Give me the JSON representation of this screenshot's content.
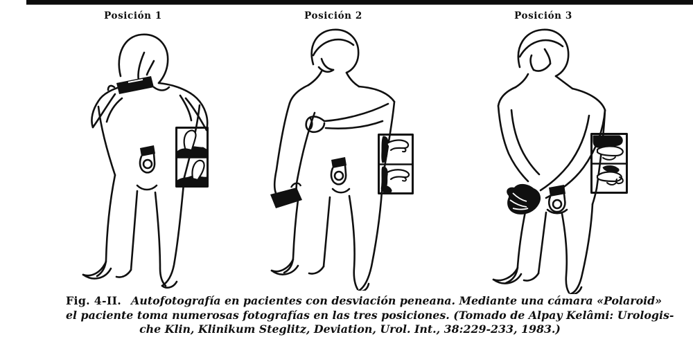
{
  "page": {
    "background": "#ffffff",
    "ink_color": "#101010"
  },
  "figures": [
    {
      "label": "Posición 1",
      "drawing": "man-standing-frontal-camera-at-face-photographing-downward",
      "inset": "two-panel-photo-inset-profile-views"
    },
    {
      "label": "Posición 2",
      "drawing": "man-head-tilted-arm-extended-camera-at-hip-side-shot",
      "inset": "two-panel-photo-inset-lateral-views"
    },
    {
      "label": "Posición 3",
      "drawing": "man-both-arms-down-camera-held-low-in-front",
      "inset": "two-panel-photo-inset-top-views"
    }
  ],
  "caption": {
    "fig_label": "Fig. 4-II.",
    "line1": "Autofotografía en pacientes con desviación peneana. Mediante una cámara «Polaroid»",
    "line2": "el paciente toma numerosas fotografías en las tres posiciones. (Tomado de Alpay Kelâmi: Urologis-",
    "line3": "che Klin, Klinikum Steglitz, Deviation, Urol. Int., 38:229-233, 1983.)"
  }
}
